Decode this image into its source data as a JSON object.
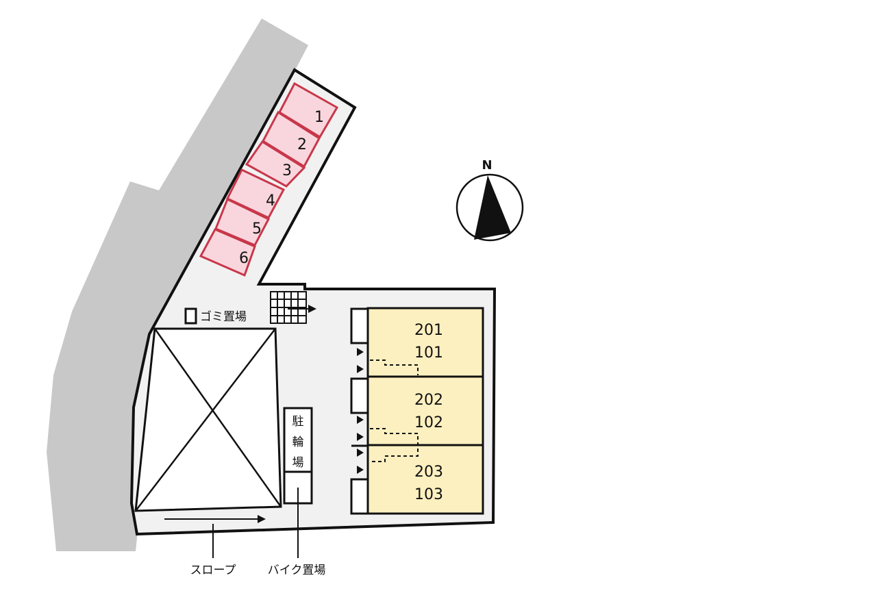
{
  "colors": {
    "road": "#c8c8c8",
    "site": "#f1f1f1",
    "parking_fill": "#f9d6dd",
    "parking_stroke": "#c8374a",
    "unit_fill": "#fdf0c0",
    "line": "#111111"
  },
  "parking": {
    "spaces": [
      "1",
      "2",
      "3",
      "4",
      "5",
      "6"
    ]
  },
  "building": {
    "units": [
      {
        "upper": "201",
        "lower": "101"
      },
      {
        "upper": "202",
        "lower": "102"
      },
      {
        "upper": "203",
        "lower": "103"
      }
    ]
  },
  "labels": {
    "garbage": "ゴミ置場",
    "bicycle": [
      "駐",
      "輪",
      "場"
    ],
    "slope": "スロープ",
    "bike": "バイク置場"
  },
  "compass": {
    "north": "N"
  }
}
